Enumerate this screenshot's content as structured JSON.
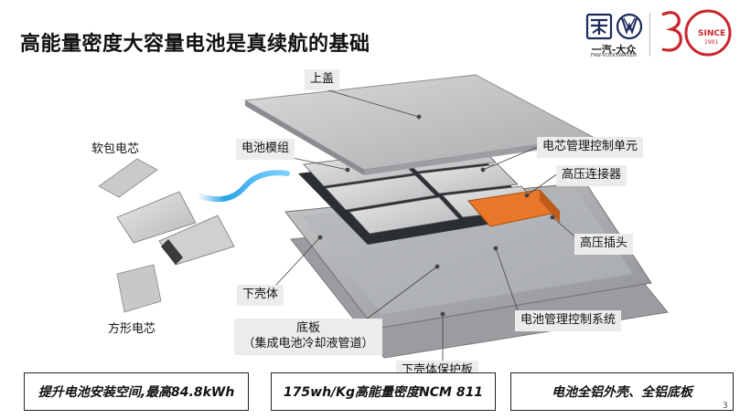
{
  "slide": {
    "title": "高能量密度大容量电池是真续航的基础",
    "page_number": "3"
  },
  "logo": {
    "brand_text": "一汽-大众",
    "brand_sub": "FAW-VOLKSWAGEN",
    "anniversary_text": "SINCE",
    "anniversary_year": "1991",
    "accent_color": "#c9252c"
  },
  "labels": {
    "top_cover": "上盖",
    "pouch_cell": "软包电芯",
    "battery_module": "电池模组",
    "bmu": "电芯管理控制单元",
    "hv_connector": "高压连接器",
    "hv_plug": "高压插头",
    "prismatic_cell": "方形电芯",
    "lower_shell": "下壳体",
    "bottom_plate": "底板",
    "bottom_plate_note": "（集成电池冷却液管道）",
    "bms": "电池管理控制系统",
    "lower_shell_guard": "下壳体保护板"
  },
  "features": [
    {
      "text": "提升电池安装空间,最高84.8kWh"
    },
    {
      "text": "175wh/Kg高能量密度NCM 811"
    },
    {
      "text": "电池全铝外壳、全铝底板"
    }
  ]
}
